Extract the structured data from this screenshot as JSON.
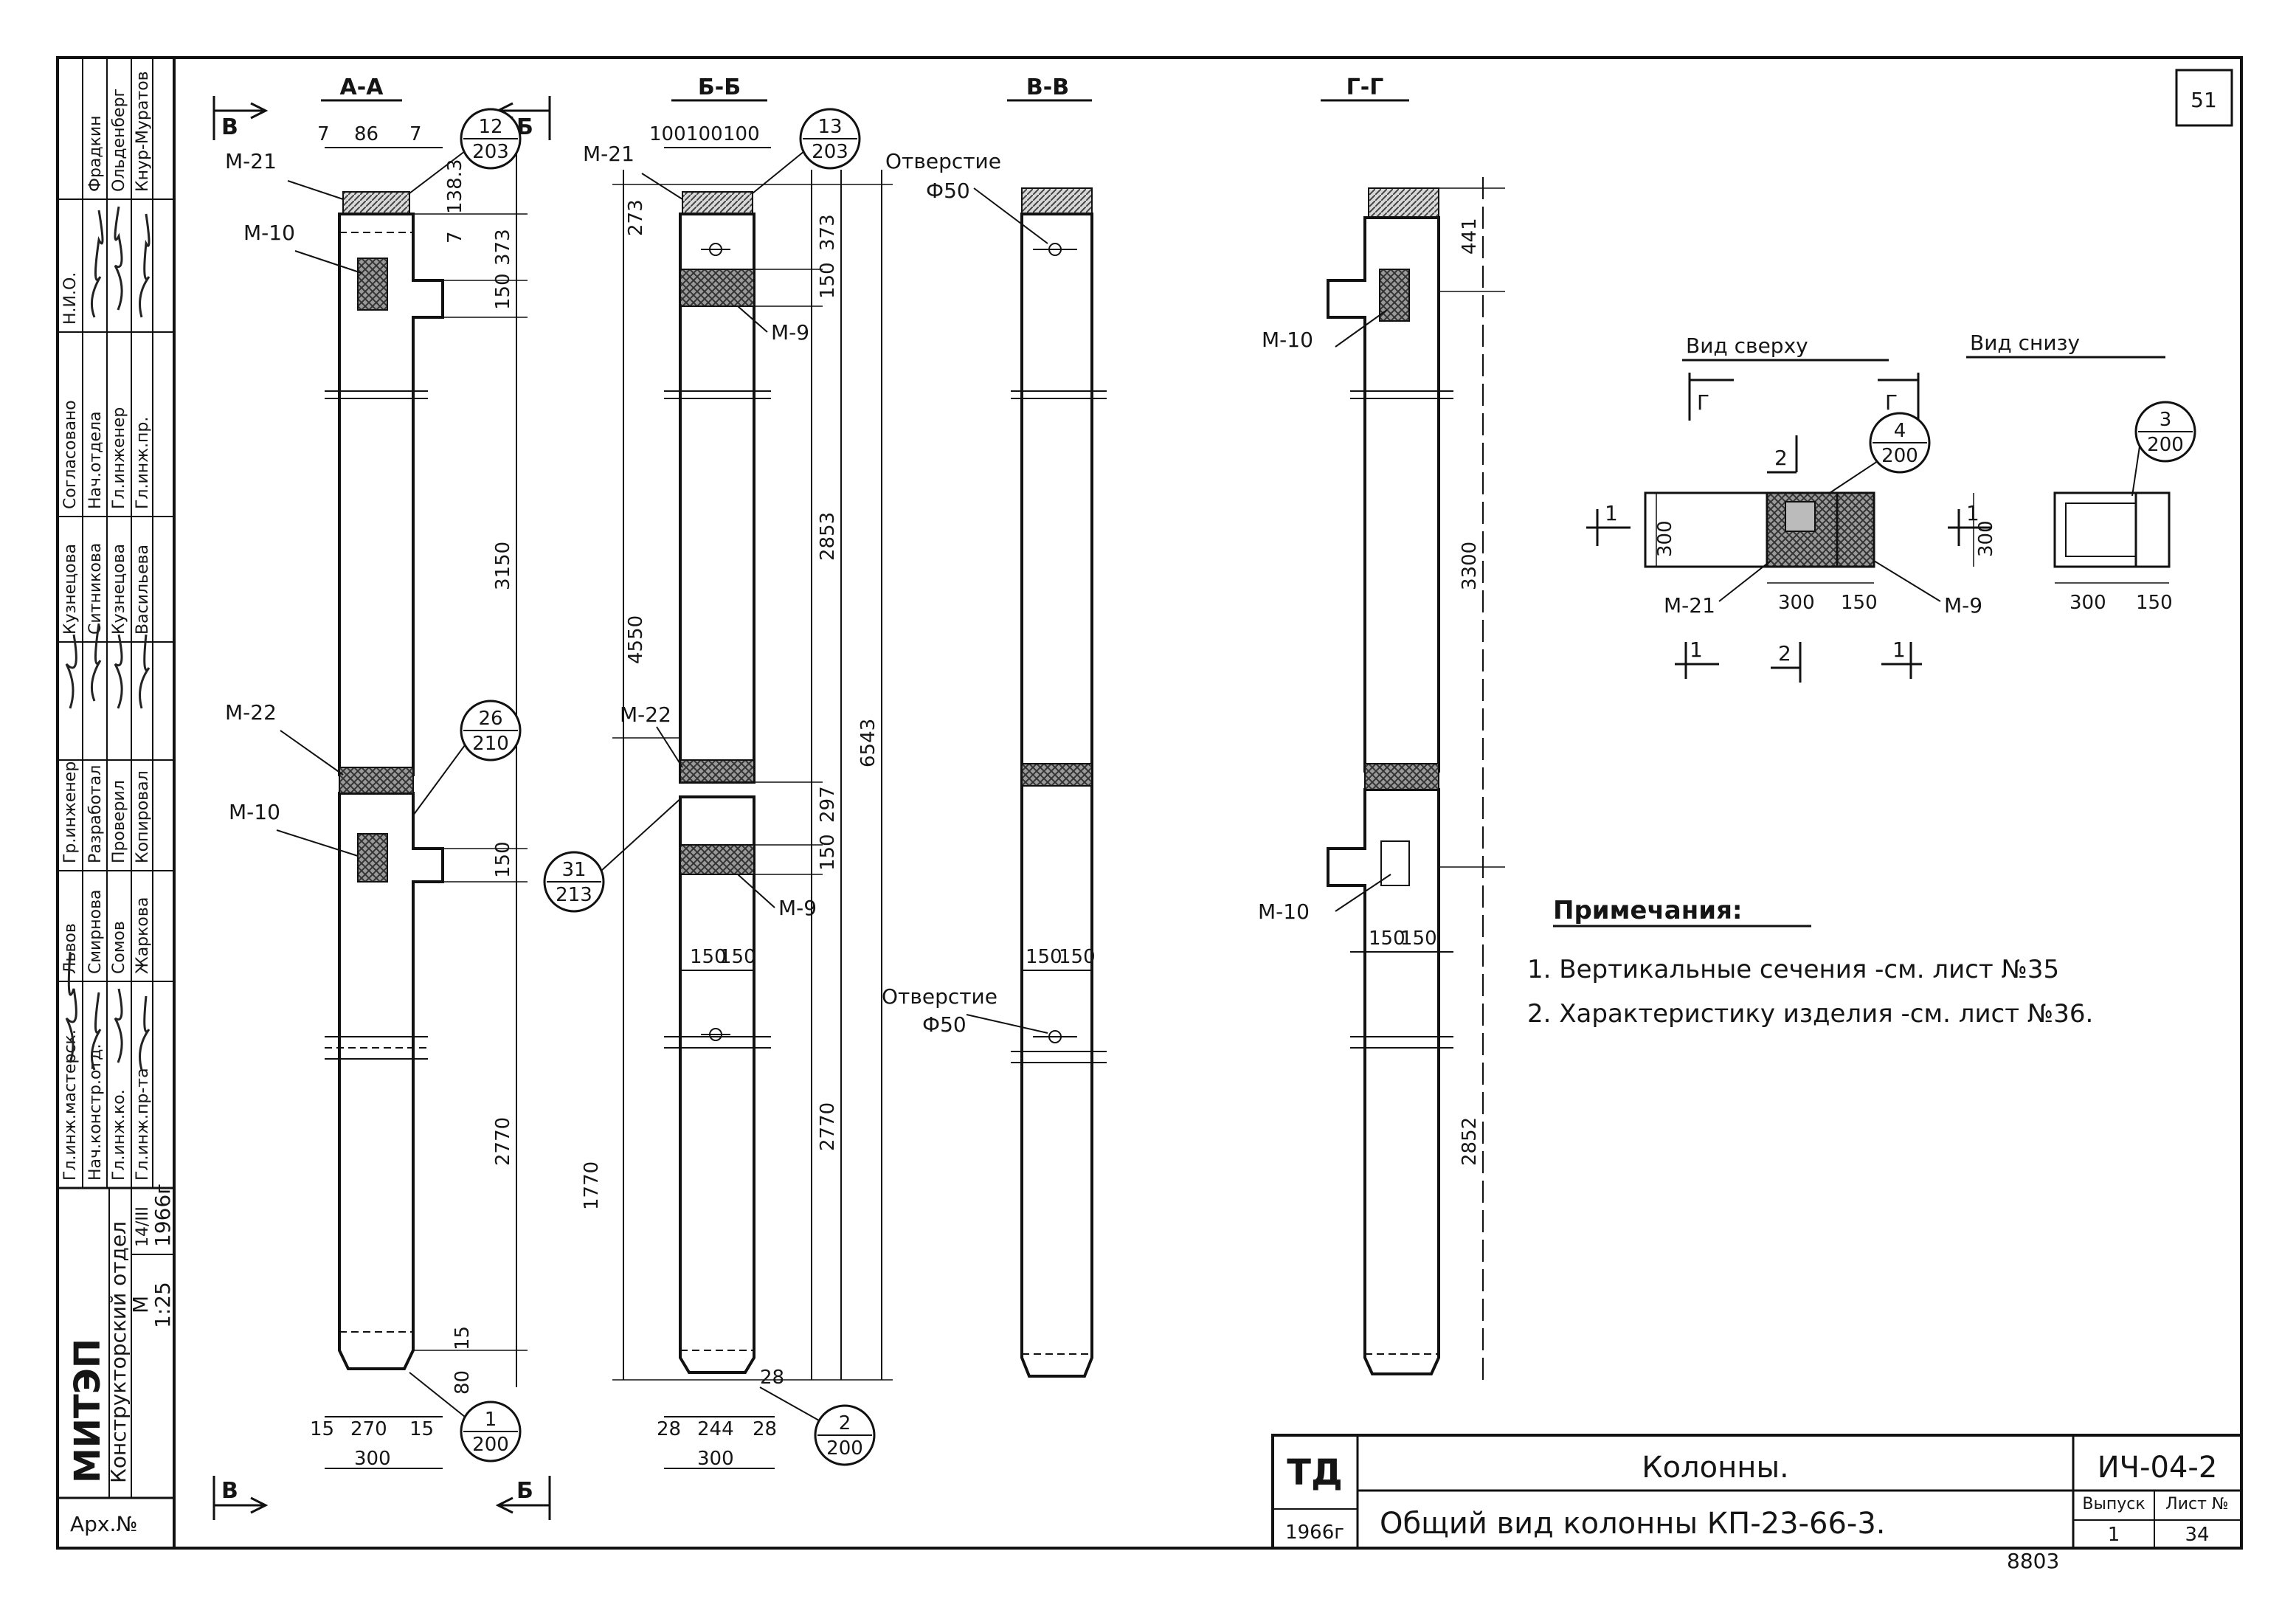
{
  "page_number": "51",
  "stamp": {
    "org": "МИТЭП",
    "dept": "Конструкторский отдел",
    "date_small": "14/III",
    "year": "1966г",
    "scale_label": "М",
    "scale_value": "1:25",
    "arch_label": "Арх.№",
    "rows": [
      [
        "Гл.инж.мастерск.",
        "Нач.констр.отд.",
        "Гл.инж.ко.",
        "Гл.инж.пр-та"
      ],
      [
        "Гр.инженер",
        "Разработал",
        "Проверил",
        "Копировал"
      ],
      [
        "Львов",
        "Смирнова",
        "Сомов",
        "Жаркова"
      ],
      [
        "Кузнецова",
        "Ситникова",
        "Кузнецова",
        "Васильева"
      ],
      [
        "Согласовано",
        "Нач.отдела",
        "Гл.инженер",
        "Гл.инж.пр."
      ],
      [
        "Н.И.О.",
        "Фрадкин",
        "Ольденберг",
        "Кнур-Муратов"
      ]
    ]
  },
  "sections": {
    "aa": "А-А",
    "bb": "Б-Б",
    "vv": "В-В",
    "gg": "Г-Г"
  },
  "view_marks": {
    "v_top": "В",
    "v_bottom": "В",
    "b_top": "Б",
    "b_bottom": "Б"
  },
  "col_a": {
    "top_dims": [
      "7",
      "86",
      "7"
    ],
    "right_dims": [
      "138.3",
      "7",
      "373",
      "150",
      "3150",
      "150",
      "2770",
      "15",
      "80"
    ],
    "bottom_dims": [
      "15",
      "270",
      "15",
      "300"
    ],
    "labels": [
      "М-21",
      "М-10",
      "М-22",
      "М-10"
    ],
    "callouts": [
      {
        "num": "12",
        "den": "203"
      },
      {
        "num": "26",
        "den": "210"
      },
      {
        "num": "1",
        "den": "200"
      }
    ]
  },
  "col_b": {
    "top_dims": [
      "100",
      "100",
      "100"
    ],
    "left_dims": [
      "273",
      "4550",
      "1770"
    ],
    "right_dims": [
      "373",
      "150",
      "2853",
      "297",
      "150",
      "2770"
    ],
    "total_dim": "6543",
    "mid_dims": [
      "150",
      "150"
    ],
    "bottom_dims": [
      "28",
      "244",
      "28",
      "300",
      "28"
    ],
    "labels": [
      "М-21",
      "М-9",
      "М-22",
      "М-9"
    ],
    "callouts": [
      {
        "num": "13",
        "den": "203"
      },
      {
        "num": "31",
        "den": "213"
      },
      {
        "num": "2",
        "den": "200"
      }
    ]
  },
  "col_v": {
    "hole_top": [
      "Отверстие",
      "Ф50"
    ],
    "hole_bottom": [
      "Отверстие",
      "Ф50"
    ],
    "mid_dims": [
      "150",
      "150"
    ]
  },
  "col_g": {
    "right_dims": [
      "441",
      "3300",
      "2852"
    ],
    "labels": [
      "М-10",
      "М-10"
    ],
    "mid_dims": [
      "150",
      "150"
    ]
  },
  "plan": {
    "top_title": "Вид сверху",
    "bottom_title": "Вид снизу",
    "marks": [
      "Г",
      "Г",
      "2",
      "1",
      "1",
      "2",
      "1",
      "1"
    ],
    "dims": [
      "300",
      "300",
      "150",
      "300",
      "300",
      "150"
    ],
    "labels": [
      "М-21",
      "М-9"
    ],
    "callouts": [
      {
        "num": "4",
        "den": "200"
      },
      {
        "num": "3",
        "den": "200"
      }
    ]
  },
  "notes": {
    "title": "Примечания:",
    "items": [
      "1. Вертикальные сечения -см. лист №35",
      "2. Характеристику изделия -см. лист №36."
    ]
  },
  "title_block": {
    "td": "ТД",
    "year": "1966г",
    "title1": "Колонны.",
    "title2": "Общий вид колонны КП-23-66-3.",
    "code": "ИЧ-04-2",
    "vypusk_label": "Выпуск",
    "vypusk": "1",
    "list_label": "Лист №",
    "list": "34"
  },
  "bottom_number": "8803"
}
